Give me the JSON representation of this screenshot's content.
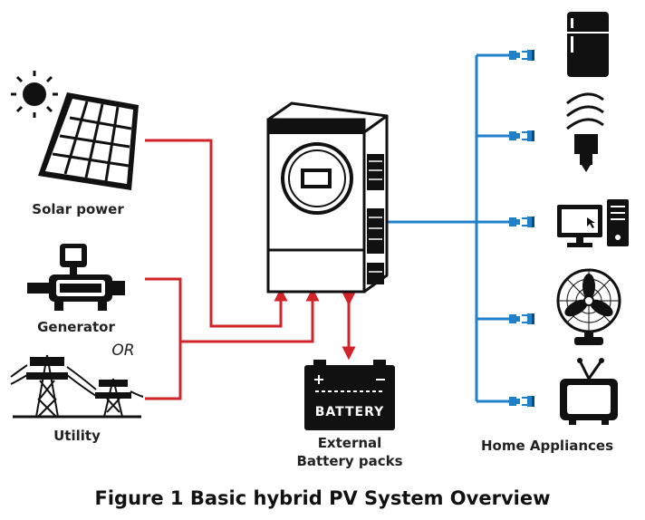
{
  "labels": {
    "solar": "Solar power",
    "generator": "Generator",
    "or": "OR",
    "utility": "Utility",
    "battery": "BATTERY",
    "external_line1": "External",
    "external_line2": "Battery packs",
    "appliances": "Home Appliances"
  },
  "caption": "Figure 1 Basic hybrid PV System Overview",
  "colors": {
    "ac_input_wiring": "#d2232a",
    "ac_output_wiring": "#1f7fc8",
    "icons": "#111111"
  },
  "appliances": [
    "refrigerator-icon",
    "cfl-bulb-icon",
    "computer-icon",
    "fan-icon",
    "tv-icon"
  ]
}
